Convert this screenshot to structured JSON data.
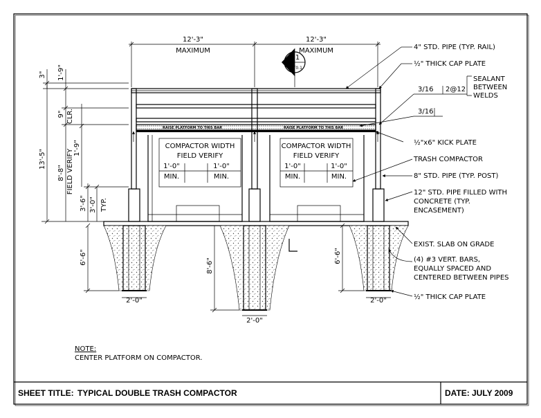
{
  "sheet": {
    "title_label": "SHEET TITLE:",
    "title": "TYPICAL DOUBLE TRASH COMPACTOR",
    "date_label": "DATE:",
    "date": "JULY 2009"
  },
  "note": {
    "heading": "NOTE:",
    "text": "CENTER PLATFORM ON COMPACTOR."
  },
  "section_marker": {
    "number": "1",
    "sheet": "DT0.1"
  },
  "dimensions": {
    "bay_width": "12'-3\"",
    "bay_width_note": "MAXIMUM",
    "overall_height": "13'-5\"",
    "top_gap": "3\"",
    "rail_height": "1'-9\"",
    "clearance": "9\"",
    "clearance_note": "CLR.",
    "opening_height": "1'-9\"",
    "platform_height": "8'-8\"",
    "platform_height_note": "FIELD VERIFY",
    "encasement_height": "3'-6\"",
    "encasement_typ": "3'-0\"",
    "encasement_typ_note": "TYP.",
    "footing_depth_side": "6'-6\"",
    "footing_depth_center": "8'-6\"",
    "footing_width": "2'-0\"",
    "compactor_width": "COMPACTOR WIDTH",
    "field_verify": "FIELD VERIFY",
    "side_clear": "1'-0\"",
    "min": "MIN."
  },
  "bar_label": "RAISE PLATFORM TO THIS BAR",
  "callouts": {
    "rail": "4\" STD. PIPE (TYP. RAIL)",
    "cap_plate_top": "½\" THICK CAP PLATE",
    "weld_1": "3/16",
    "weld_1_spacing": "2@12",
    "sealant_1": "SEALANT",
    "sealant_2": "BETWEEN",
    "sealant_3": "WELDS",
    "weld_2": "3/16",
    "kick_plate": "½\"x6\" KICK PLATE",
    "trash_compactor": "TRASH COMPACTOR",
    "post": "8\" STD. PIPE (TYP. POST)",
    "encasement_1": "12\" STD. PIPE FILLED WITH",
    "encasement_2": "CONCRETE (TYP.",
    "encasement_3": "ENCASEMENT)",
    "slab": "EXIST. SLAB ON GRADE",
    "bars_1": "(4) #3 VERT. BARS,",
    "bars_2": "EQUALLY SPACED AND",
    "bars_3": "CENTERED BETWEEN PIPES",
    "cap_plate_bottom": "½\" THICK CAP PLATE"
  }
}
